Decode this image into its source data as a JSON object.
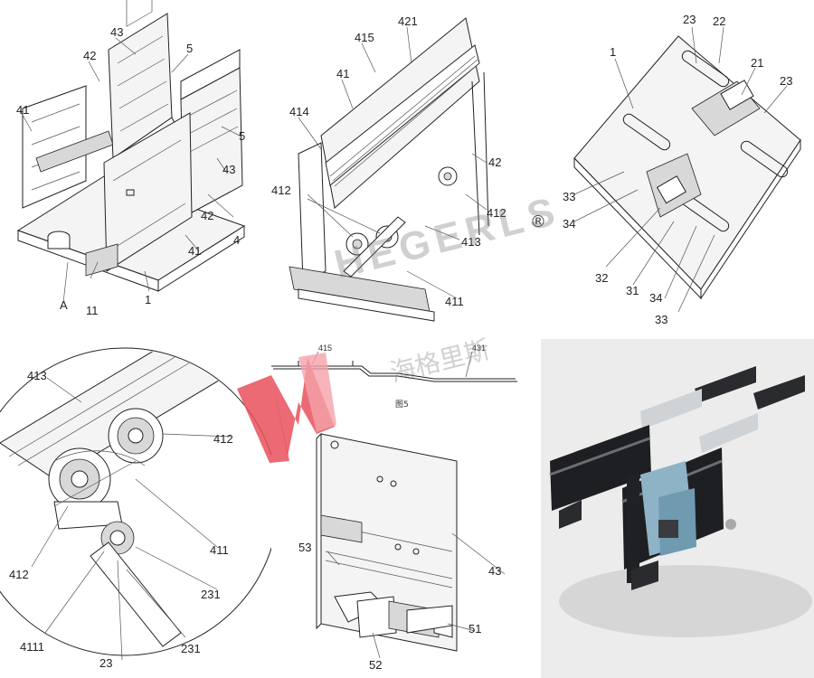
{
  "panel1": {
    "labels": {
      "a": "41",
      "b": "43",
      "c": "42",
      "d": "5",
      "e": "5",
      "f": "43",
      "g": "42",
      "h": "4",
      "i": "41",
      "j": "A",
      "k": "11",
      "l": "1"
    }
  },
  "panel2": {
    "labels": {
      "a": "421",
      "b": "415",
      "c": "41",
      "d": "414",
      "e": "42",
      "f": "412",
      "g": "412",
      "h": "413",
      "i": "411"
    }
  },
  "panel3": {
    "labels": {
      "a": "1",
      "b": "23",
      "c": "22",
      "d": "21",
      "e": "23",
      "f": "33",
      "g": "34",
      "h": "32",
      "i": "31",
      "j": "34",
      "k": "33"
    }
  },
  "panel4": {
    "labels": {
      "a": "413",
      "b": "412",
      "c": "411",
      "d": "412",
      "e": "231",
      "f": "4111",
      "g": "231",
      "h": "23"
    }
  },
  "panel5": {
    "labels": {
      "a": "415",
      "b": "431"
    },
    "caption": "图5"
  },
  "panel6": {
    "labels": {
      "a": "53",
      "b": "43",
      "c": "51",
      "d": "52"
    }
  },
  "watermark": {
    "brand": "HEGERLS",
    "chinese": "海格里斯",
    "registered": "®"
  },
  "colors": {
    "logo_red": "#e8505b",
    "logo_pink": "#f5a3aa",
    "render_bg": "#ececec",
    "steel_black": "#1e1f22",
    "motor_blue": "#8fb3c6"
  }
}
